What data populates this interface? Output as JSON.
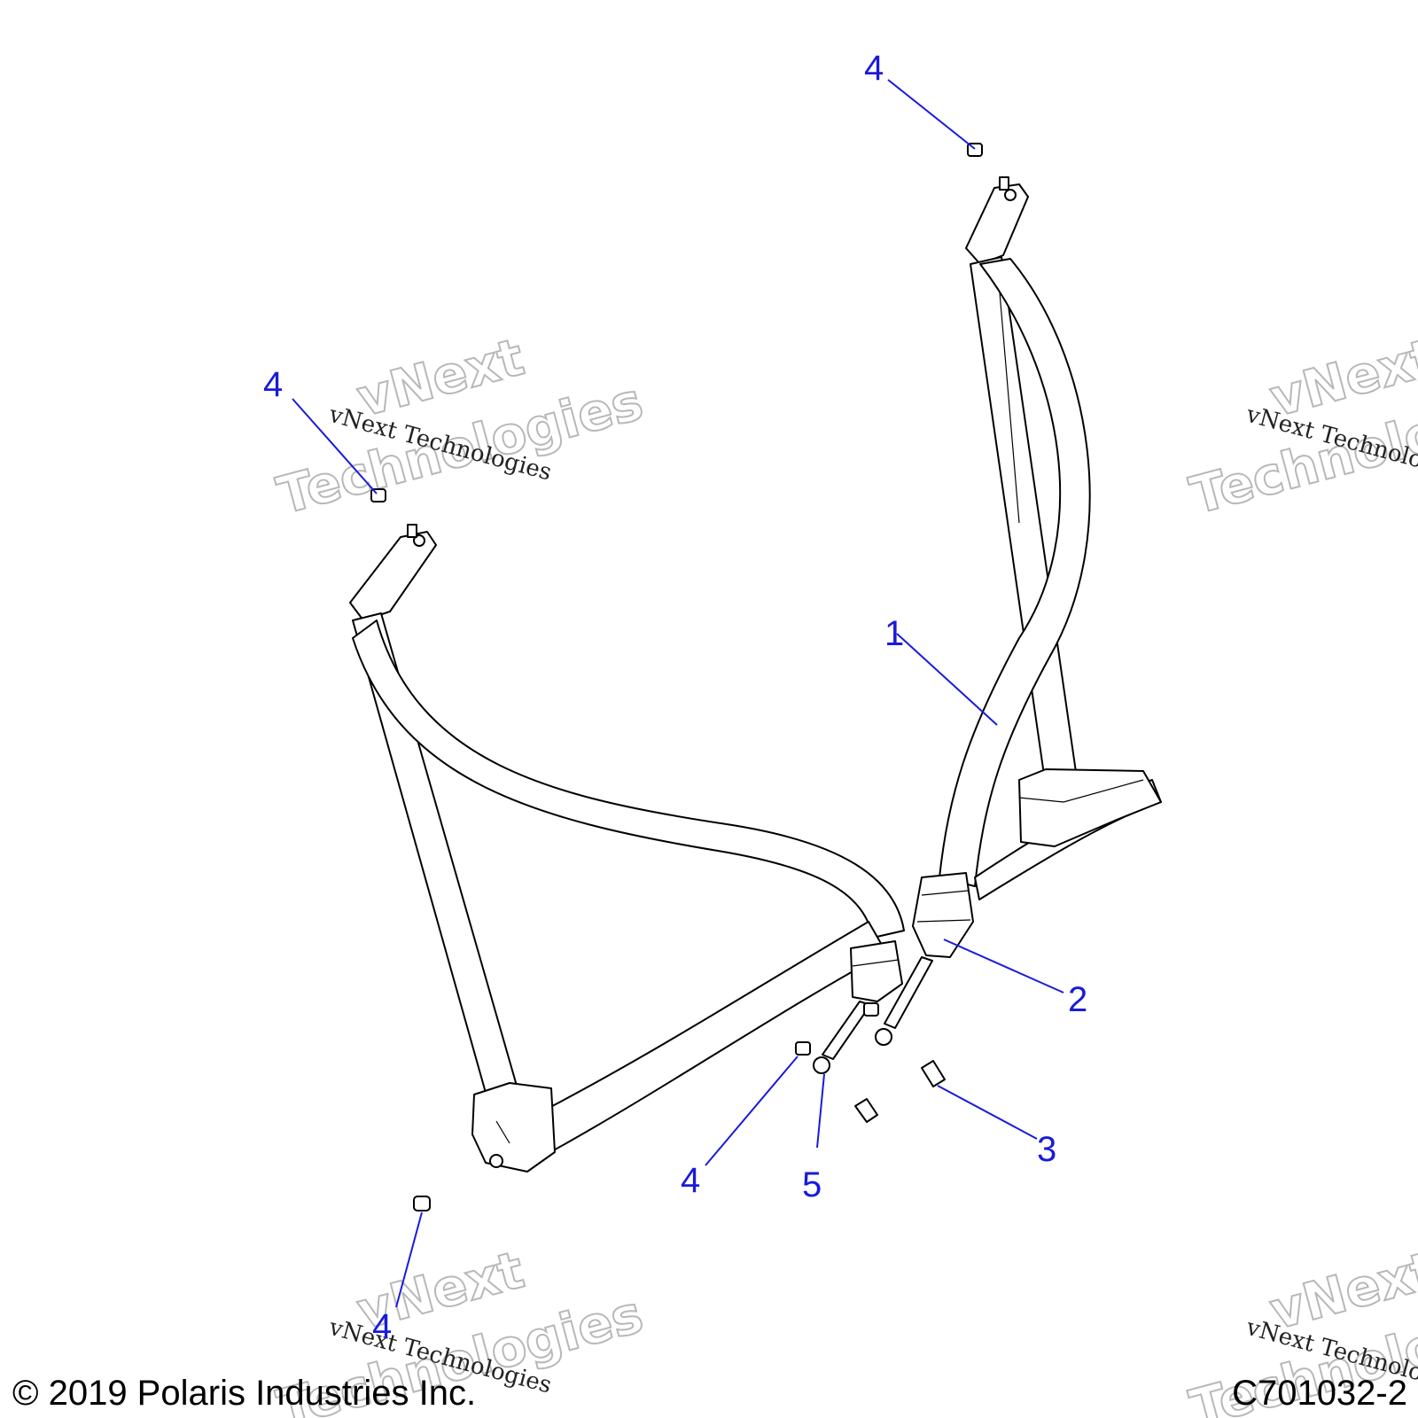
{
  "diagram": {
    "callouts": [
      "4",
      "4",
      "1",
      "2",
      "3",
      "4",
      "5",
      "4"
    ],
    "watermark": {
      "line_small": "vNext Technologies",
      "line_big_1": "vNext",
      "line_big_2": "Technologies"
    },
    "footer": {
      "copyright": "© 2019 Polaris Industries Inc.",
      "figure_id": "C701032-2"
    }
  }
}
